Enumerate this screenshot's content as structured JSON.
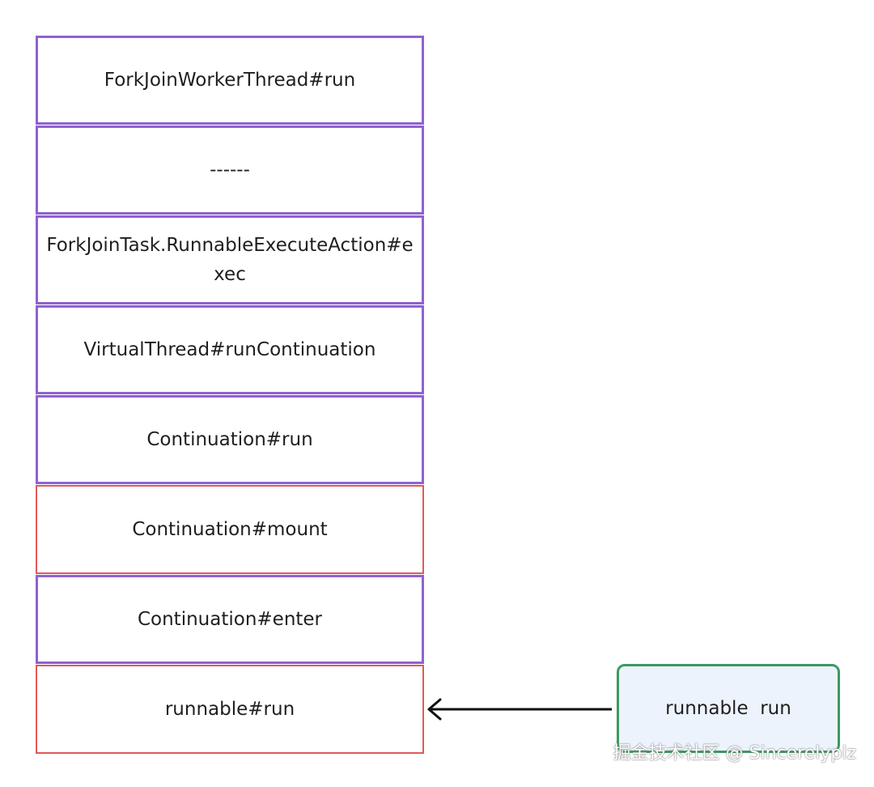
{
  "stack_frames": [
    {
      "label": "ForkJoinWorkerThread#run",
      "border": "purple"
    },
    {
      "label": "------",
      "border": "purple"
    },
    {
      "label": "ForkJoinTask.RunnableExecuteAction#exec",
      "border": "purple"
    },
    {
      "label": "VirtualThread#runContinuation",
      "border": "purple"
    },
    {
      "label": "Continuation#run",
      "border": "purple"
    },
    {
      "label": "Continuation#mount",
      "border": "red"
    },
    {
      "label": "Continuation#enter",
      "border": "purple"
    },
    {
      "label": "runnable#run",
      "border": "red"
    }
  ],
  "external_box": {
    "label": "runnable  run"
  },
  "watermark": "掘金技术社区 @ Sincerelyplz",
  "colors": {
    "purple": "#8f62d0",
    "red": "#e05a5a",
    "green": "#3b9a5f",
    "external_fill": "#edf3fd"
  }
}
